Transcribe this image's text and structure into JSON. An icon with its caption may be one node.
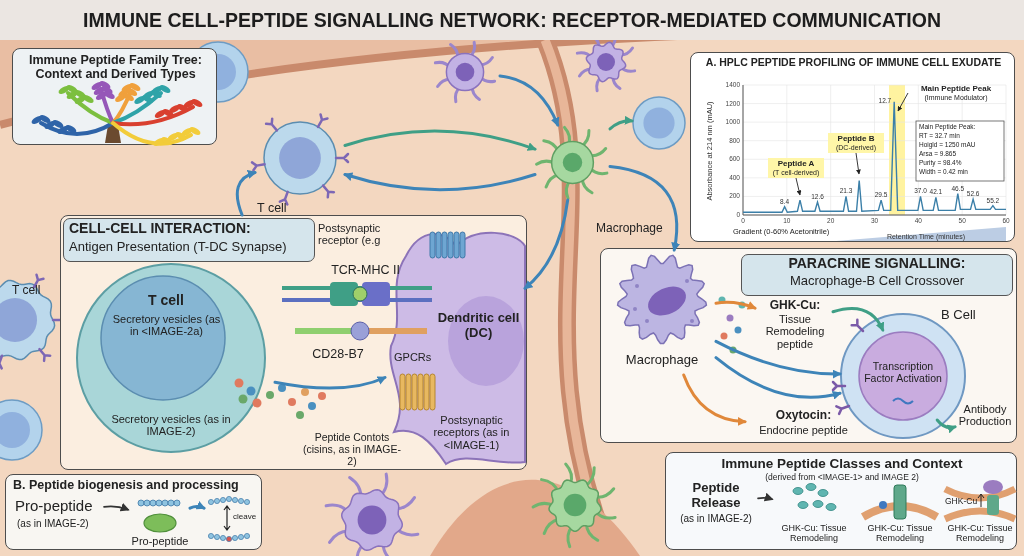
{
  "diagram": {
    "title": "IMMUNE CELL-PEPTIDE SIGNALLING NETWORK: RECEPTOR-MEDIATED COMMUNICATION",
    "nodes": [
      {
        "text": [
          "Immune Peptide Family Tree: Context and Derived Types"
        ]
      },
      {
        "text": [
          "A. HPLC PEPTIDE PROFILING OF IMMUNE CELL EXUDATE"
        ]
      },
      {
        "text": [],
        "shape": "circle",
        "beside": [
          "T cell"
        ]
      },
      {
        "text": [],
        "shape": "circle"
      },
      {
        "text": [],
        "shape": "circle"
      },
      {
        "text": [],
        "shape": "circle"
      },
      {
        "text": [
          "CELL-CELL INTERACTION:",
          "Antigen Presentation (T-DC Synapse)"
        ]
      },
      {
        "text": [
          "T cell",
          "Secretory vesicles (as in <IMAGE-2a)",
          "Secretory vesicles (as in IMAGE-2)"
        ],
        "in": 6
      },
      {
        "text": [
          "Dendritic cell (DC)",
          "GPCRs",
          "Postsynaptic receptors (as in <IMAGE-1)"
        ],
        "in": 6
      },
      {
        "text": [
          "PARACRINE SIGNALLING:",
          "Macrophage-B Cell Crossover"
        ]
      },
      {
        "text": [
          "Macrophage"
        ],
        "in": 9
      },
      {
        "text": [
          "GHK-Cu:",
          "Tissue Remodeling peptide"
        ],
        "in": 9
      },
      {
        "text": [
          "Oxytocin:",
          "Endocrine peptide"
        ],
        "in": 9
      },
      {
        "text": [
          "B Cell"
        ],
        "in": 9
      },
      {
        "text": [
          "Transcription Factor Activation"
        ],
        "in": 13
      },
      {
        "text": [
          "Antibody Production"
        ],
        "in": 9
      },
      {
        "text": [
          "B. Peptide biogenesis and processing"
        ]
      },
      {
        "text": [
          "Pro-peptide",
          "(as in IMAGE-2)"
        ],
        "in": 16
      },
      {
        "text": [
          "Pro-peptide"
        ],
        "in": 16
      },
      {
        "text": [],
        "shape": "picture",
        "in": 16
      },
      {
        "text": [
          "Immune Peptide Classes and Context",
          "(derived from <IMAGE-1> and IMAGE 2)"
        ]
      },
      {
        "text": [
          "Peptide Release",
          "(as in IMAGE-2)"
        ],
        "in": 20
      },
      {
        "text": [
          "GHK-Cu: Tissue Remodeling"
        ],
        "in": 20
      },
      {
        "text": [
          "GHK-Cu: Tissue Remodeling"
        ],
        "in": 20
      },
      {
        "text": [
          "GHK-Cu",
          "GHK-Cu: Tissue Remodeling"
        ],
        "in": 20
      }
    ],
    "edges": [
      {
        "from": 2,
        "to": 3,
        "arrow": "to",
        "color": "#3f9f86"
      },
      {
        "from": 3,
        "to": 2,
        "arrow": "to"
      },
      {
        "from": 3,
        "to": 8,
        "arrow": "to"
      },
      {
        "from": 3,
        "to": 4,
        "arrow": "to",
        "color": "#3f9f86"
      },
      {
        "from": 5,
        "to": 3,
        "arrow": "to"
      },
      {
        "from": 3,
        "to": 10,
        "arrow": "to"
      },
      {
        "from": 6,
        "to": 2,
        "arrow": "to"
      },
      {
        "from": 10,
        "to": 11,
        "arrow": "to",
        "color": "#e0883a"
      },
      {
        "from": 10,
        "to": 12,
        "arrow": "to",
        "color": "#e0883a"
      },
      {
        "from": 10,
        "to": 13,
        "arrow": "to"
      },
      {
        "from": 10,
        "to": 13,
        "arrow": "to"
      },
      {
        "from": 11,
        "to": 14,
        "arrow": "to",
        "color": "#3f9f86"
      },
      {
        "from": 14,
        "to": 15,
        "arrow": "to",
        "color": "#3f9f86"
      },
      {
        "from": 17,
        "to": 18,
        "arrow": "to",
        "color": "#333333"
      },
      {
        "from": 18,
        "to": 19,
        "arrow": "to"
      },
      {
        "from": 21,
        "to": 22,
        "arrow": "to",
        "color": "#333333"
      },
      {
        "from": 7,
        "to": 8,
        "arrow": "to"
      }
    ],
    "labels": [
      "Macrophage",
      "Postsynaptic receptor (e.g",
      "TCR-MHC II",
      "T cell",
      "CD28-B7",
      "Peptide Contots (cisins, as in IMAGE-2)",
      "Gradient (0-60% Acetonitrile)",
      "Main Peptide Peak:",
      "RT = 32.7 min",
      "Hoigld = 1250 mAU",
      "Arsa = 9.865",
      "Purity = 98.4%",
      "Width = 0.42 min",
      "cleave"
    ],
    "chart_data": {
      "type": "line",
      "xlabel": "Retention Time (minutes)",
      "ylabel": "Absorbance at 214 nm (mAU)",
      "x": [
        0,
        8.9,
        9.5,
        10.1,
        12.4,
        13,
        13.6,
        16.4,
        17,
        17.6,
        22.9,
        23.5,
        24.1,
        25.9,
        26.5,
        27.1,
        30.9,
        31.5,
        32.1,
        33.7,
        34.5,
        35.3,
        39.9,
        40.5,
        41.1,
        43.4,
        44,
        44.6,
        48.4,
        49,
        49.6,
        51.9,
        52.5,
        53.1,
        56.4,
        57,
        57.6,
        60
      ],
      "series": [
        {
          "color": "#3b7fa8",
          "values": [
            30,
            30,
            90,
            30,
            40,
            160,
            40,
            40,
            140,
            40,
            40,
            200,
            40,
            40,
            370,
            40,
            50,
            160,
            50,
            50,
            1220,
            50,
            50,
            200,
            50,
            50,
            190,
            50,
            50,
            230,
            60,
            60,
            170,
            60,
            60,
            100,
            60,
            60
          ]
        }
      ],
      "grid": true,
      "xlim": [
        0,
        60
      ],
      "ylim": [
        0,
        1400
      ],
      "xticks": [
        0,
        10,
        20,
        30,
        40,
        50,
        60
      ],
      "yticks": [
        0,
        200,
        400,
        600,
        800,
        1000,
        1200,
        1400
      ],
      "annotations": [
        {
          "x": 9.5,
          "y": 90,
          "text": "8.4"
        },
        {
          "x": 17,
          "y": 140,
          "text": "12.6"
        },
        {
          "x": 23.5,
          "y": 200,
          "text": "21.3"
        },
        {
          "x": 31.5,
          "y": 160,
          "text": "29.5"
        },
        {
          "x": 34.5,
          "y": 1220,
          "text": "12.7"
        },
        {
          "x": 40.5,
          "y": 200,
          "text": "37.0"
        },
        {
          "x": 44,
          "y": 190,
          "text": "42.1"
        },
        {
          "x": 49,
          "y": 230,
          "text": "46.5"
        },
        {
          "x": 52.5,
          "y": 170,
          "text": "52.6"
        },
        {
          "x": 57,
          "y": 100,
          "text": "55.2"
        },
        {
          "text": [
            "Peptide A",
            "(T cell-derived)"
          ]
        },
        {
          "text": [
            "Peptide B",
            "(DC-derived)"
          ]
        },
        {
          "text": [
            "Main Peptide Peak",
            "(Immune Modulator)"
          ]
        }
      ]
    }
  }
}
